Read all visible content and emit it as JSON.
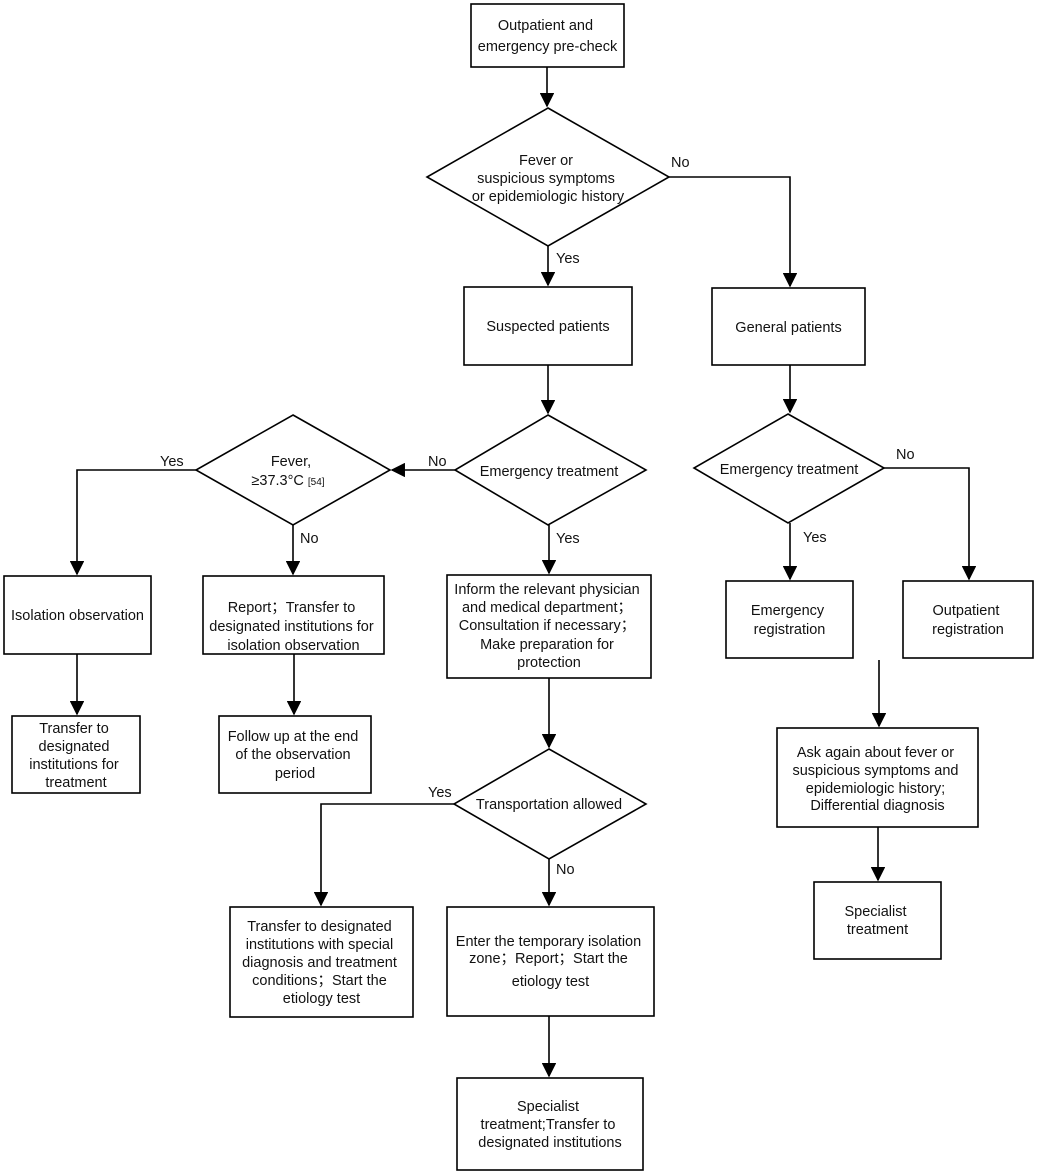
{
  "nodes": {
    "precheck": [
      "Outpatient and",
      "emergency pre-check"
    ],
    "decision_fever": [
      "Fever or",
      "suspicious symptoms",
      "or epidemiologic history"
    ],
    "suspected": [
      "Suspected patients"
    ],
    "general": [
      "General patients"
    ],
    "emergency_suspected": [
      "Emergency treatment"
    ],
    "emergency_general": [
      "Emergency treatment"
    ],
    "fever_temp": [
      "Fever,",
      "≥37.3°C",
      "[54]"
    ],
    "isolation_observation": [
      "Isolation observation"
    ],
    "report_transfer": [
      "Report；Transfer to",
      "designated institutions for",
      "isolation observation"
    ],
    "inform_physician": [
      "Inform the relevant physician",
      "and medical department；",
      "Consultation if necessary；",
      "Make preparation for",
      "protection"
    ],
    "emergency_registration": [
      "Emergency",
      "registration"
    ],
    "outpatient_registration": [
      "Outpatient",
      "registration"
    ],
    "transfer_treatment": [
      "Transfer to",
      "designated",
      "institutions  for",
      "treatment"
    ],
    "follow_up": [
      "Follow up at the end",
      "of the observation",
      "period"
    ],
    "transportation": [
      "Transportation allowed"
    ],
    "ask_again": [
      "Ask again about fever or",
      "suspicious symptoms and",
      "epidemiologic history;",
      "Differential diagnosis"
    ],
    "transfer_special": [
      "Transfer to designated",
      "institutions with special",
      "diagnosis and treatment",
      "conditions；Start the",
      "etiology test"
    ],
    "temporary_isolation": [
      "Enter the temporary isolation",
      "zone；Report；Start the",
      "etiology test"
    ],
    "specialist_general": [
      "Specialist",
      "treatment"
    ],
    "specialist_final": [
      "Specialist",
      "treatment;Transfer to",
      "designated institutions"
    ]
  },
  "edge_labels": {
    "fever_no": "No",
    "fever_yes": "Yes",
    "emergency_suspected_no": "No",
    "emergency_suspected_yes": "Yes",
    "fever_temp_yes": "Yes",
    "fever_temp_no": "No",
    "emergency_general_no": "No",
    "emergency_general_yes": "Yes",
    "transportation_yes": "Yes",
    "transportation_no": "No"
  }
}
